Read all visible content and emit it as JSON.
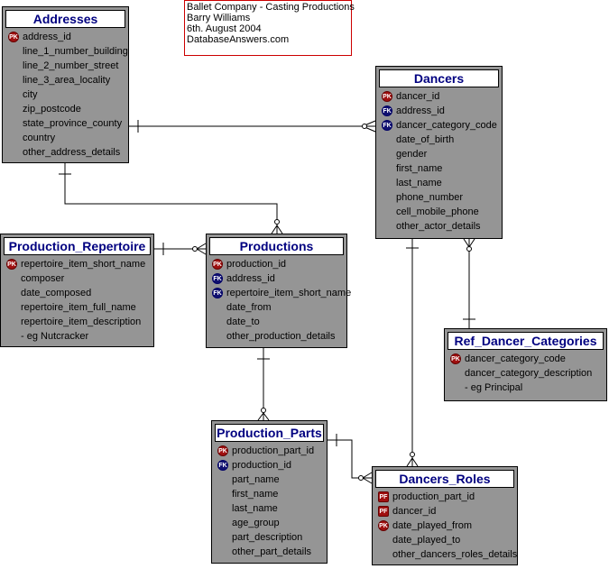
{
  "note": {
    "lines": [
      "Ballet Company - Casting Productions",
      "Barry Williams",
      "6th. August 2004",
      "DatabaseAnswers.com"
    ]
  },
  "key_labels": {
    "pk": "PK",
    "fk": "FK",
    "pf": "PF"
  },
  "entities": {
    "addresses": {
      "title": "Addresses",
      "attributes": [
        {
          "name": "address_id",
          "key": "pk"
        },
        {
          "name": "line_1_number_building",
          "key": ""
        },
        {
          "name": "line_2_number_street",
          "key": ""
        },
        {
          "name": "line_3_area_locality",
          "key": ""
        },
        {
          "name": "city",
          "key": ""
        },
        {
          "name": "zip_postcode",
          "key": ""
        },
        {
          "name": "state_province_county",
          "key": ""
        },
        {
          "name": "country",
          "key": ""
        },
        {
          "name": "other_address_details",
          "key": ""
        }
      ]
    },
    "dancers": {
      "title": "Dancers",
      "attributes": [
        {
          "name": "dancer_id",
          "key": "pk"
        },
        {
          "name": "address_id",
          "key": "fk"
        },
        {
          "name": "dancer_category_code",
          "key": "fk"
        },
        {
          "name": "date_of_birth",
          "key": ""
        },
        {
          "name": "gender",
          "key": ""
        },
        {
          "name": "first_name",
          "key": ""
        },
        {
          "name": "last_name",
          "key": ""
        },
        {
          "name": "phone_number",
          "key": ""
        },
        {
          "name": "cell_mobile_phone",
          "key": ""
        },
        {
          "name": "other_actor_details",
          "key": ""
        }
      ]
    },
    "production_repertoire": {
      "title": "Production_Repertoire",
      "attributes": [
        {
          "name": "repertoire_item_short_name",
          "key": "pk"
        },
        {
          "name": "composer",
          "key": ""
        },
        {
          "name": "date_composed",
          "key": ""
        },
        {
          "name": "repertoire_item_full_name",
          "key": ""
        },
        {
          "name": "repertoire_item_description",
          "key": ""
        },
        {
          "name": "- eg Nutcracker",
          "key": ""
        }
      ]
    },
    "productions": {
      "title": "Productions",
      "attributes": [
        {
          "name": "production_id",
          "key": "pk"
        },
        {
          "name": "address_id",
          "key": "fk"
        },
        {
          "name": "repertoire_item_short_name",
          "key": "fk"
        },
        {
          "name": "date_from",
          "key": ""
        },
        {
          "name": "date_to",
          "key": ""
        },
        {
          "name": "other_production_details",
          "key": ""
        }
      ]
    },
    "ref_dancer_categories": {
      "title": "Ref_Dancer_Categories",
      "attributes": [
        {
          "name": "dancer_category_code",
          "key": "pk"
        },
        {
          "name": "dancer_category_description",
          "key": ""
        },
        {
          "name": "- eg Principal",
          "key": ""
        }
      ]
    },
    "production_parts": {
      "title": "Production_Parts",
      "attributes": [
        {
          "name": "production_part_id",
          "key": "pk"
        },
        {
          "name": "production_id",
          "key": "fk"
        },
        {
          "name": "part_name",
          "key": ""
        },
        {
          "name": "first_name",
          "key": ""
        },
        {
          "name": "last_name",
          "key": ""
        },
        {
          "name": "age_group",
          "key": ""
        },
        {
          "name": "part_description",
          "key": ""
        },
        {
          "name": "other_part_details",
          "key": ""
        }
      ]
    },
    "dancers_roles": {
      "title": "Dancers_Roles",
      "attributes": [
        {
          "name": "production_part_id",
          "key": "pf"
        },
        {
          "name": "dancer_id",
          "key": "pf"
        },
        {
          "name": "date_played_from",
          "key": "pk"
        },
        {
          "name": "date_played_to",
          "key": ""
        },
        {
          "name": "other_dancers_roles_details",
          "key": ""
        }
      ]
    }
  }
}
